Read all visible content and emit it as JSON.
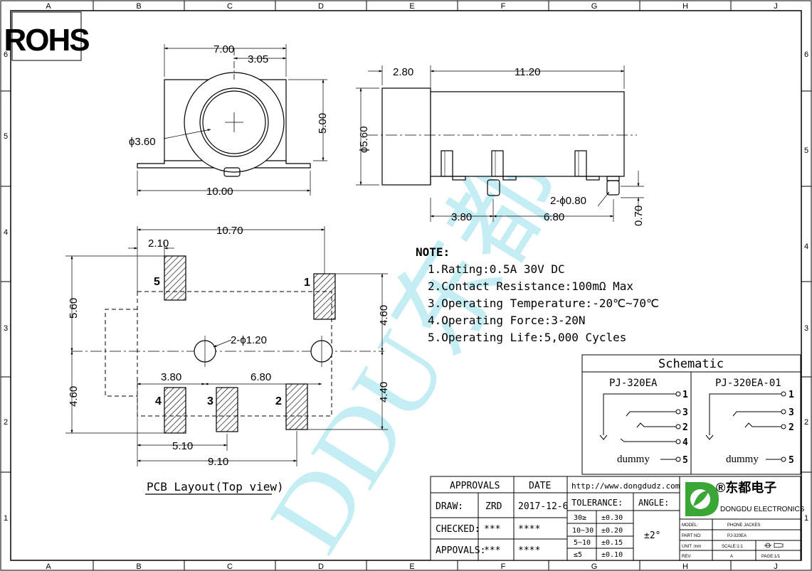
{
  "grid": {
    "columns": [
      "A",
      "B",
      "C",
      "D",
      "E",
      "F",
      "G",
      "H",
      "J"
    ],
    "rows": [
      "6",
      "5",
      "4",
      "3",
      "2",
      "1"
    ]
  },
  "rohs": "ROHS",
  "watermark": "DDU东都",
  "front_view": {
    "dim_width": "7.00",
    "dim_offset": "3.05",
    "dim_height": "5.00",
    "dim_diameter": "ϕ3.60",
    "dim_base": "10.00"
  },
  "side_view": {
    "dim_front": "2.80",
    "dim_length": "11.20",
    "dim_diameter": "ϕ5.60",
    "dim_pin_dia": "2-ϕ0.80",
    "dim_pin_pitch1": "3.80",
    "dim_pin_pitch2": "6.80",
    "dim_pin_height": "0.70"
  },
  "pcb": {
    "dim_total": "10.70",
    "dim_pad_offset": "2.10",
    "dim_left_top": "5.60",
    "dim_left_bottom": "4.60",
    "dim_right_top": "4.60",
    "dim_right_bottom": "4.40",
    "dim_hole": "2-ϕ1.20",
    "dim_hole_pitch1": "3.80",
    "dim_hole_pitch2": "6.80",
    "dim_bottom1": "5.10",
    "dim_bottom2": "9.10",
    "pad_labels": [
      "5",
      "1",
      "4",
      "3",
      "2"
    ],
    "caption": "PCB Layout(Top view)"
  },
  "notes": {
    "heading": "NOTE:",
    "items": [
      "1.Rating:0.5A 30V DC",
      "2.Contact Resistance:100mΩ Max",
      "3.Operating Temperature:-20℃~70℃",
      "4.Operating Force:3-20N",
      "5.Operating Life:5,000 Cycles"
    ]
  },
  "schematic": {
    "title": "Schematic",
    "left_model": "PJ-320EA",
    "right_model": "PJ-320EA-01",
    "left_pins": [
      "1",
      "3",
      "2",
      "4",
      "5"
    ],
    "right_pins": [
      "1",
      "3",
      "2",
      "5"
    ],
    "dummy": "dummy"
  },
  "title_block": {
    "approvals": "APPROVALS",
    "date": "DATE",
    "draw": "DRAW:",
    "draw_by": "ZRD",
    "draw_date": "2017-12-6",
    "checked": "CHECKED:",
    "checked_by": "***",
    "checked_date": "****",
    "appovals": "APPOVALS:",
    "appovals_by": "***",
    "appovals_date": "****",
    "url": "http://www.dongdudz.com",
    "tolerance": "TOLERANCE:",
    "angle": "ANGLE:",
    "tol_rows": [
      {
        "range": "30≥",
        "value": "±0.30"
      },
      {
        "range": "10~30",
        "value": "±0.20"
      },
      {
        "range": "5~10",
        "value": "±0.15"
      },
      {
        "range": "≤5",
        "value": "±0.10"
      }
    ],
    "angle_value": "±2°",
    "company_cn": "®东都电子",
    "company_en": "DONGDU ELECTRONICS",
    "model_label": "MODEL:",
    "model": "PHONE JACKES",
    "part_label": "PART NO:",
    "part": "PJ-320EA",
    "unit_label": "UNIT :mm",
    "scale": "SCALE:1:1",
    "rev_label": "REV:",
    "rev": "A",
    "page": "PAGE:1/1"
  }
}
